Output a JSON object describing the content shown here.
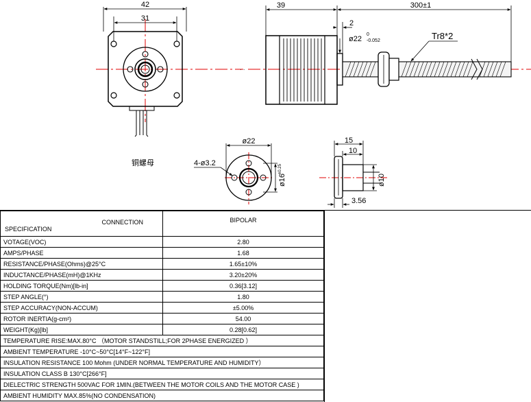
{
  "front_view": {
    "dim_width_outer": "42",
    "dim_width_inner": "31"
  },
  "side_view": {
    "dim_body": "39",
    "dim_shaft": "300±1",
    "dim_boss": "2",
    "dim_boss_dia": "ø22",
    "dim_tol_upper": "0",
    "dim_tol_lower": "-0.052",
    "thread_label": "Tr8*2"
  },
  "nut_front": {
    "label_cn": "铜螺母",
    "dim_dia": "ø22",
    "dim_holes": "4-ø3.2",
    "dim_pcd": "ø16",
    "dim_pcd_tol": "±0.25"
  },
  "nut_side": {
    "dim_total": "15",
    "dim_body": "10",
    "dim_body_dia": "ø10",
    "dim_flange": "3.56"
  },
  "spec_table": {
    "connection_header": "CONNECTION",
    "spec_header": "SPECIFICATION",
    "connection_value": "BIPOLAR",
    "rows": [
      {
        "label": "VOTAGE(VOC)",
        "value": "2.80"
      },
      {
        "label": "AMPS/PHASE",
        "value": "1.68"
      },
      {
        "label": "RESISTANCE/PHASE(Ohms)@25°C",
        "value": "1.65±10%"
      },
      {
        "label": "INDUCTANCE/PHASE(mH)@1KHz",
        "value": "3.20±20%"
      },
      {
        "label": "HOLDING TORQUE(Nm)[lb-in]",
        "value": "0.36[3.12]"
      },
      {
        "label": "STEP ANGLE(°)",
        "value": "1.80"
      },
      {
        "label": "STEP ACCURACY(NON-ACCUM)",
        "value": "±5.00%"
      },
      {
        "label": "ROTOR INERTIA(g-cm²)",
        "value": "54.00"
      },
      {
        "label": "WEIGHT(Kg)[lb]",
        "value": "0.28[0.62]"
      }
    ],
    "notes": [
      "TEMPERATURE RISE:MAX.80°C （MOTOR STANDSTILL;FOR 2PHASE ENERGIZED ）",
      "AMBIENT TEMPERATURE -10°C~50°C[14°F~122°F]",
      "INSULATION RESISTANCE 100 Mohm (UNDER NORMAL TEMPERATURE AND HUMIDITY）",
      "INSULATION CLASS B 130°C[266°F]",
      "DIELECTRIC STRENGTH 500VAC FOR 1MIN.(BETWEEN THE MOTOR COILS AND THE MOTOR CASE )",
      "AMBIENT HUMIDITY MAX.85%(NO CONDENSATION)"
    ]
  },
  "colors": {
    "line": "#000000",
    "centerline": "#e00000"
  }
}
